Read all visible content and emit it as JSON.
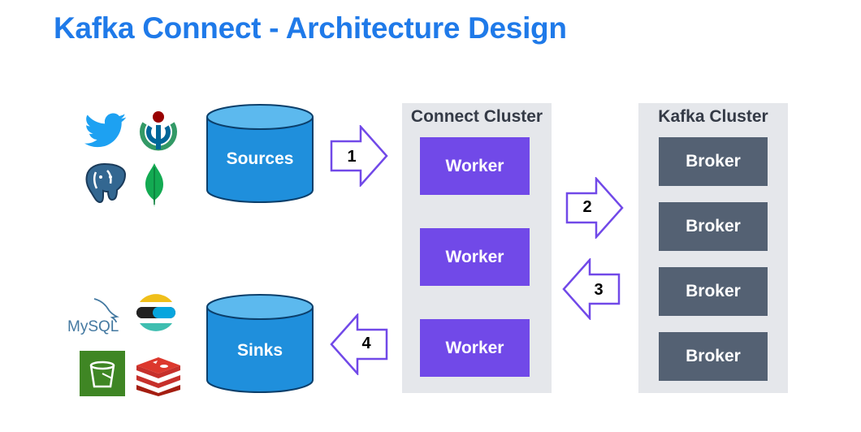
{
  "title": "Kafka Connect - Architecture Design",
  "sources": {
    "label": "Sources",
    "icons": [
      "twitter-icon",
      "wikimedia-icon",
      "postgresql-icon",
      "mongodb-icon"
    ]
  },
  "sinks": {
    "label": "Sinks",
    "icons": [
      "mysql-icon",
      "elasticsearch-icon",
      "aws-s3-icon",
      "redis-icon"
    ],
    "mysql_text": "MySQL"
  },
  "connect_cluster": {
    "title": "Connect Cluster",
    "workers": [
      "Worker",
      "Worker",
      "Worker"
    ]
  },
  "kafka_cluster": {
    "title": "Kafka Cluster",
    "brokers": [
      "Broker",
      "Broker",
      "Broker",
      "Broker"
    ]
  },
  "arrows": [
    "1",
    "2",
    "3",
    "4"
  ],
  "colors": {
    "title": "#1f7ae9",
    "cylinder": "#1f8fdc",
    "cylinder_top": "#5cb9ee",
    "worker": "#7149e8",
    "broker": "#546173",
    "cluster_bg": "#e5e7eb",
    "arrow_stroke": "#7149e8"
  }
}
